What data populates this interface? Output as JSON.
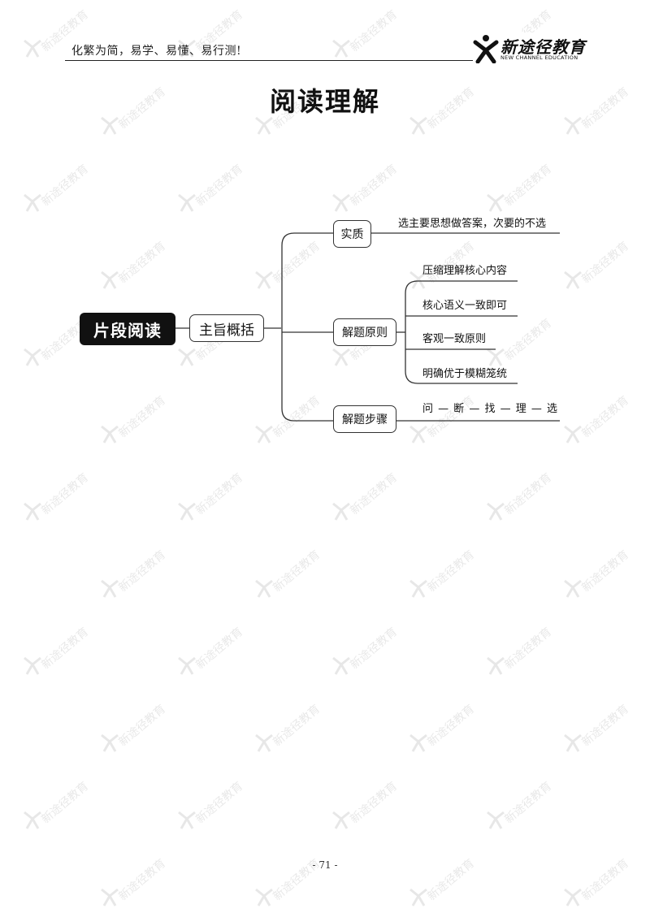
{
  "header": {
    "slogan": "化繁为简，易学、易懂、易行测!",
    "logo_cn": "新途径教育",
    "logo_en": "NEW CHANNEL EDUCATION",
    "logo_icon": "x-person-logo-icon"
  },
  "page_title": "阅读理解",
  "mindmap": {
    "root": "片段阅读",
    "main": "主旨概括",
    "branches": [
      {
        "label": "实质",
        "items": [
          "选主要思想做答案，次要的不选"
        ]
      },
      {
        "label": "解题原则",
        "items": [
          "压缩理解核心内容",
          "核心语义一致即可",
          "客观一致原则",
          "明确优于模糊笼统"
        ]
      },
      {
        "label": "解题步骤",
        "items": [
          "问 — 断 — 找 — 理 — 选"
        ]
      }
    ]
  },
  "watermark_text": "新途径教育",
  "page_number": "- 71 -"
}
